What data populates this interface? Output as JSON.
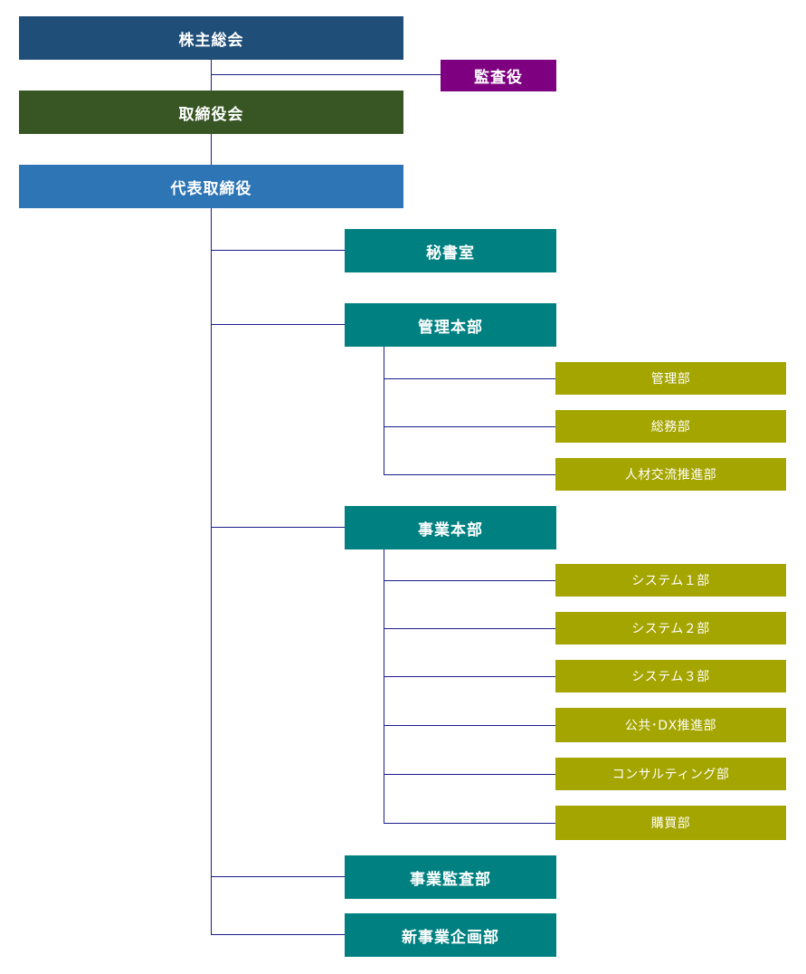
{
  "colors": {
    "shareholders": "#1f4e79",
    "auditor": "#7e0080",
    "board": "#375623",
    "ceo": "#2e75b6",
    "division": "#008080",
    "department": "#a5a500",
    "connector": "#1c1c8c"
  },
  "org": {
    "shareholders": "株主総会",
    "auditor": "監査役",
    "board": "取締役会",
    "ceo": "代表取締役",
    "secretary": "秘書室",
    "admin_hq": {
      "label": "管理本部",
      "departments": [
        "管理部",
        "総務部",
        "人材交流推進部"
      ]
    },
    "business_hq": {
      "label": "事業本部",
      "departments": [
        "システム１部",
        "システム２部",
        "システム３部",
        "公共･DX推進部",
        "コンサルティング部",
        "購買部"
      ]
    },
    "business_audit": "事業監査部",
    "new_business": "新事業企画部"
  }
}
